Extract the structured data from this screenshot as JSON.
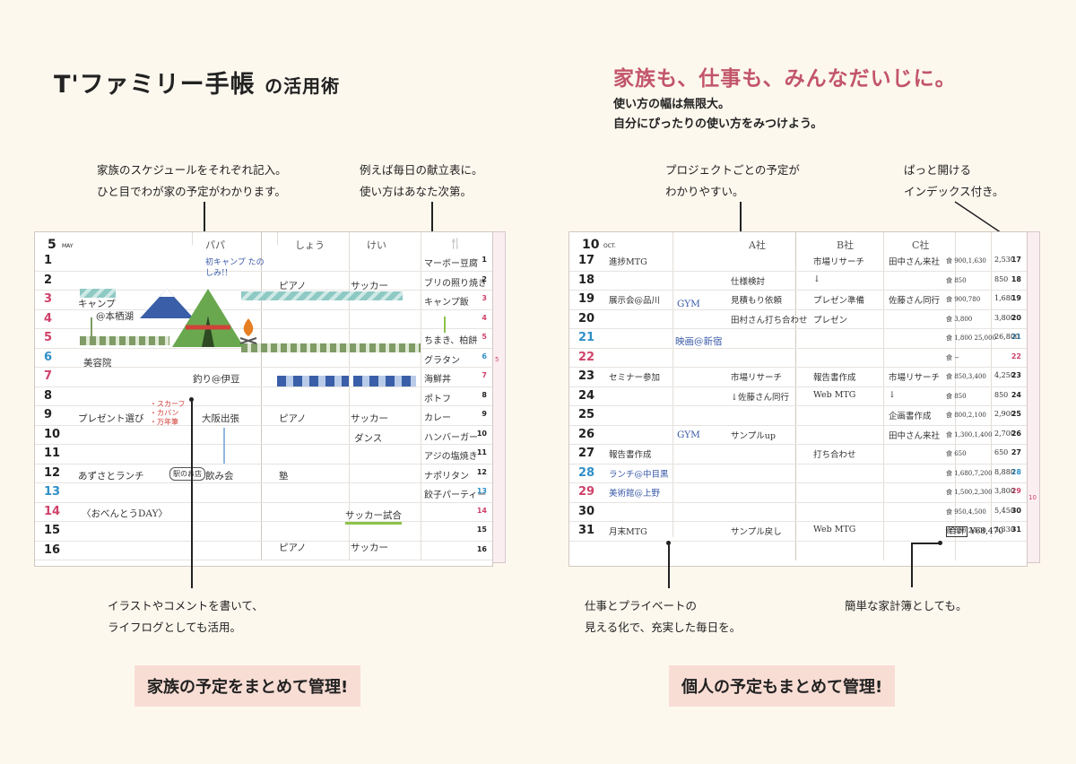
{
  "title": {
    "main": "T'ファミリー手帳",
    "suffix": "の活用術"
  },
  "headline": "家族も、仕事も、みんなだいじに。",
  "subline1": "使い方の幅は無限大。",
  "subline2": "自分にぴったりの使い方をみつけよう。",
  "notes": {
    "n1a": "家族のスケジュールをそれぞれ記入。",
    "n1b": "ひと目でわが家の予定がわかります。",
    "n2a": "例えば毎日の献立表に。",
    "n2b": "使い方はあなた次第。",
    "n3a": "イラストやコメントを書いて、",
    "n3b": "ライフログとしても活用。",
    "n4a": "プロジェクトごとの予定が",
    "n4b": "わかりやすい。",
    "n5a": "ぱっと開ける",
    "n5b": "インデックス付き。",
    "n6a": "仕事とプライベートの",
    "n6b": "見える化で、充実した毎日を。",
    "n7": "簡単な家計簿としても。"
  },
  "banners": {
    "left": "家族の予定をまとめて管理!",
    "right": "個人の予定もまとめて管理!"
  },
  "left_planner": {
    "month": "5",
    "month_en": "MAY",
    "cols": [
      "パパ",
      "しょう",
      "けい"
    ],
    "tab_num": "5",
    "days": [
      {
        "d": "1",
        "c": "#222"
      },
      {
        "d": "2",
        "c": "#222"
      },
      {
        "d": "3",
        "c": "#d0426a"
      },
      {
        "d": "4",
        "c": "#d0426a"
      },
      {
        "d": "5",
        "c": "#d0426a"
      },
      {
        "d": "6",
        "c": "#2f8fc8"
      },
      {
        "d": "7",
        "c": "#d0426a"
      },
      {
        "d": "8",
        "c": "#222"
      },
      {
        "d": "9",
        "c": "#222"
      },
      {
        "d": "10",
        "c": "#222"
      },
      {
        "d": "11",
        "c": "#222"
      },
      {
        "d": "12",
        "c": "#222"
      },
      {
        "d": "13",
        "c": "#2f8fc8"
      },
      {
        "d": "14",
        "c": "#d0426a"
      },
      {
        "d": "15",
        "c": "#222"
      },
      {
        "d": "16",
        "c": "#222"
      }
    ],
    "papa_note": "初キャンプ たのしみ!!",
    "entries": {
      "camp": "キャンプ",
      "camp_place": "@本栖湖",
      "biyouin": "美容院",
      "tsuri": "釣り@伊豆",
      "present": "プレゼント選び",
      "scarf": "・スカーフ",
      "kaban": "・カバン",
      "mannen": "・万年筆",
      "osaka": "大阪出張",
      "lunch": "あずさとランチ",
      "omise": "駅のお店",
      "nomikai": "飲み会",
      "obento": "〈おべんとうDAY〉",
      "piano1": "ピアノ",
      "piano2": "ピアノ",
      "piano3": "ピアノ",
      "juku": "塾",
      "soccer1": "サッカー",
      "soccer2": "サッカー",
      "soccer3": "サッカー",
      "dance": "ダンス",
      "soccer_match": "サッカー試合",
      "menu": [
        "マーボー豆腐",
        "ブリの照り焼き",
        "キャンプ飯",
        "",
        "ちまき、柏餅",
        "グラタン",
        "海鮮丼",
        "ポトフ",
        "カレー",
        "ハンバーガー",
        "アジの塩焼き",
        "ナポリタン",
        "餃子パーティー"
      ]
    }
  },
  "right_planner": {
    "month": "10",
    "month_en": "OCT.",
    "cols": [
      "A社",
      "B社",
      "C社"
    ],
    "tab_num": "10",
    "days": [
      {
        "d": "17",
        "c": "#222"
      },
      {
        "d": "18",
        "c": "#222"
      },
      {
        "d": "19",
        "c": "#222"
      },
      {
        "d": "20",
        "c": "#222"
      },
      {
        "d": "21",
        "c": "#2f8fc8"
      },
      {
        "d": "22",
        "c": "#d0426a"
      },
      {
        "d": "23",
        "c": "#222"
      },
      {
        "d": "24",
        "c": "#222"
      },
      {
        "d": "25",
        "c": "#222"
      },
      {
        "d": "26",
        "c": "#222"
      },
      {
        "d": "27",
        "c": "#222"
      },
      {
        "d": "28",
        "c": "#2f8fc8"
      },
      {
        "d": "29",
        "c": "#d0426a"
      },
      {
        "d": "30",
        "c": "#222"
      },
      {
        "d": "31",
        "c": "#222"
      }
    ],
    "entries": {
      "left": [
        "進捗MTG",
        "",
        "展示会@品川",
        "",
        "",
        "",
        "セミナー参加",
        "",
        "",
        "",
        "報告書作成",
        "ランチ@中目黒",
        "美術館@上野",
        "",
        "月末MTG"
      ],
      "eiga": "映画@新宿",
      "gym1": "GYM",
      "gym2": "GYM",
      "a": [
        "",
        "仕様検討",
        "見積もり依頼",
        "田村さん打ち合わせ",
        "",
        "",
        "市場リサーチ",
        "↓佐藤さん同行",
        "",
        "サンプルup",
        "",
        "",
        "",
        "",
        "サンプル戻し"
      ],
      "b": [
        "市場リサーチ",
        "↓",
        "プレゼン準備",
        "プレゼン",
        "",
        "",
        "報告書作成",
        "Web MTG",
        "",
        "",
        "打ち合わせ",
        "",
        "",
        "",
        "Web MTG"
      ],
      "c": [
        "田中さん来社",
        "",
        "佐藤さん同行",
        "",
        "",
        "",
        "市場リサーチ",
        "↓",
        "企画書作成",
        "田中さん来社",
        "",
        "",
        "",
        "",
        ""
      ],
      "money": [
        "食 900,1,630",
        "食 850",
        "食 900,780",
        "食 3,800",
        "食 1,800 25,000",
        "食 −",
        "食 850,3,400",
        "食 850",
        "食 800,2,100",
        "食 1,300,1,400",
        "食 650",
        "食 1,680,7,200",
        "食 1,500,2,300",
        "食 950,4,500",
        "食 830,2,500"
      ],
      "total": [
        "2,530",
        "850",
        "1,680",
        "3,800",
        "26,800",
        "",
        "4,250",
        "850",
        "2,900",
        "2,700",
        "650",
        "8,880",
        "3,800",
        "5,450",
        "3,330"
      ],
      "sum_label": "合計",
      "sum_value": "¥68,470"
    }
  }
}
